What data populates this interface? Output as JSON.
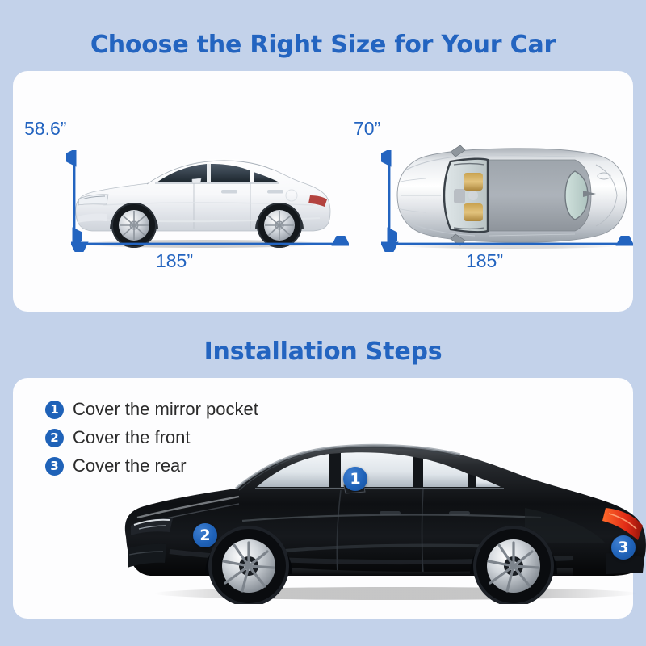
{
  "page": {
    "background_color": "#c3d2ea",
    "accent_color": "#2364c0",
    "card_color": "#fdfdfe"
  },
  "size_section": {
    "heading": "Choose the Right Size for Your Car",
    "side_view": {
      "car_color": "white",
      "view_name": "side-view",
      "height_label": "58.6”",
      "length_label": "185”"
    },
    "top_view": {
      "car_color": "silver",
      "view_name": "top-view",
      "width_label": "70”",
      "length_label": "185”"
    }
  },
  "steps_section": {
    "heading": "Installation Steps",
    "steps": [
      {
        "number": "1",
        "text": "Cover the mirror pocket"
      },
      {
        "number": "2",
        "text": "Cover the front"
      },
      {
        "number": "3",
        "text": "Cover the rear"
      }
    ],
    "callouts": [
      {
        "number": "1",
        "target": "mirror"
      },
      {
        "number": "2",
        "target": "front"
      },
      {
        "number": "3",
        "target": "rear"
      }
    ],
    "car": {
      "car_color": "black",
      "view_name": "side-view"
    }
  }
}
